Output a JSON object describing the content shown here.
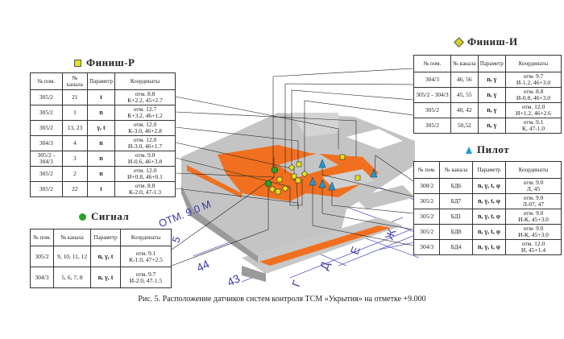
{
  "finish_r": {
    "title": "Финиш-Р",
    "marker_color": "#e5e01c",
    "headers": [
      "№ пом.",
      "№ канала",
      "Параметр",
      "Координаты"
    ],
    "rows": [
      {
        "room": "305/2",
        "channel": "21",
        "param": "t",
        "coord1": "отм. 8.8",
        "coord2": "К+2.2, 45+2.7"
      },
      {
        "room": "305/2",
        "channel": "1",
        "param": "n",
        "coord1": "отм. 12.7",
        "coord2": "К+3.2, 46+1.2"
      },
      {
        "room": "305/2",
        "channel": "13, 23",
        "param": "γ, t",
        "coord1": "отм. 12.0",
        "coord2": "К-3.0, 46+2.8"
      },
      {
        "room": "304/3",
        "channel": "4",
        "param": "n",
        "coord1": "отм. 12.0",
        "coord2": "И-3.0, 46+1.7"
      },
      {
        "room": "305/2 - 304/3",
        "channel": "3",
        "param": "n",
        "coord1": "отм. 9.0",
        "coord2": "И-0.6, 46+3.8"
      },
      {
        "room": "305/2",
        "channel": "2",
        "param": "n",
        "coord1": "отм. 12.0",
        "coord2": "И+0.8, 46+0.1"
      },
      {
        "room": "305/2",
        "channel": "22",
        "param": "t",
        "coord1": "отм. 8.8",
        "coord2": "К-2.0, 47-1.3"
      }
    ]
  },
  "finish_i": {
    "title": "Финиш-И",
    "marker_color": "#d8d020",
    "headers": [
      "№ пом.",
      "№ канала",
      "Параметр",
      "Координаты"
    ],
    "rows": [
      {
        "room": "304/3",
        "channel": "46, 56",
        "param": "n, γ",
        "coord1": "отм. 9.7",
        "coord2": "И-1.2, 46+3.0"
      },
      {
        "room": "305/2 - 304/3",
        "channel": "45, 55",
        "param": "n, γ",
        "coord1": "отм. 8.8",
        "coord2": "И-0.8, 46+3.0"
      },
      {
        "room": "305/2",
        "channel": "40, 42",
        "param": "n, γ",
        "coord1": "отм. 12.0",
        "coord2": "И+1.2, 46+2.6"
      },
      {
        "room": "305/2",
        "channel": "50,52",
        "param": "n, γ",
        "coord1": "отм. 9.1",
        "coord2": "К, 47-1.0"
      }
    ]
  },
  "pilot": {
    "title": "Пилот",
    "marker_color": "#1e9ad6",
    "headers": [
      "№ пом.",
      "№ канала",
      "Параметр",
      "Координаты"
    ],
    "rows": [
      {
        "room": "308/2",
        "channel": "БД6",
        "param": "n, γ, t, φ",
        "coord1": "отм. 9.0",
        "coord2": "Л, 45"
      },
      {
        "room": "305/2",
        "channel": "БД7",
        "param": "n, γ, t, φ",
        "coord1": "отм. 9.0",
        "coord2": "Л-07, 47"
      },
      {
        "room": "305/2",
        "channel": "БД1",
        "param": "n, γ, t, φ",
        "coord1": "отм. 9.0",
        "coord2": "И-К, 45+3.0"
      },
      {
        "room": "305/2",
        "channel": "БД8",
        "param": "n, γ, t, φ",
        "coord1": "отм. 9.0",
        "coord2": "И-К, 45+3.0"
      },
      {
        "room": "304/3",
        "channel": "БД4",
        "param": "n, γ, t, φ",
        "coord1": "отм. 12.0",
        "coord2": "И, 45+1.4"
      }
    ]
  },
  "signal": {
    "title": "Сигнал",
    "marker_color": "#2aa02a",
    "headers": [
      "№ пом.",
      "№ канала",
      "Параметр",
      "Координаты"
    ],
    "rows": [
      {
        "room": "305/2",
        "channel": "9, 10, 11, 12",
        "param": "n, γ, t",
        "coord1": "отм. 9.1",
        "coord2": "К-1.0, 47+2.5"
      },
      {
        "room": "304/3",
        "channel": "5, 6, 7, 8",
        "param": "n, γ, t",
        "coord1": "отм. 9.7",
        "coord2": "И-2.0, 47-1.5"
      }
    ]
  },
  "diagram": {
    "elevation_label": "ОТМ. 9.0 М",
    "axis_labels": [
      "44",
      "43",
      "Г",
      "Д",
      "Е",
      "Ж",
      "5"
    ],
    "floor_color": "#f07020",
    "wall_color": "#b8b8b8",
    "grid_color": "#5a5ac8"
  },
  "caption": "Рис. 5. Расположение датчиков систем контроля ТСМ «Укрытия» на отметке +9.000"
}
